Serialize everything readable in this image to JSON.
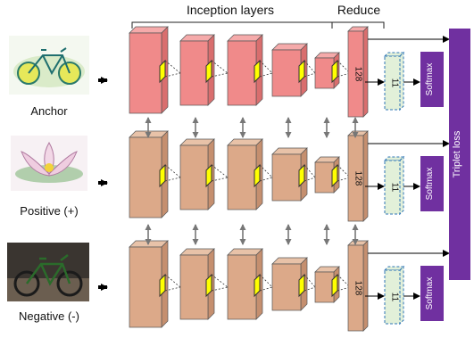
{
  "header": {
    "inception_label": "Inception layers",
    "reduce_label": "Reduce"
  },
  "rows": [
    {
      "input_label": "Anchor",
      "reduce_units": "128",
      "out_units": "11",
      "softmax_label": "Softmax",
      "face_color": "#f08a8a",
      "side_color": "#d96e6e",
      "top_color": "#f5aaaa",
      "image": "bicycle-watercolor"
    },
    {
      "input_label": "Positive (+)",
      "reduce_units": "128",
      "out_units": "11",
      "softmax_label": "Softmax",
      "face_color": "#dca989",
      "side_color": "#c58f6f",
      "top_color": "#e8c2a8",
      "image": "lotus-flower-watercolor"
    },
    {
      "input_label": "Negative (-)",
      "reduce_units": "128",
      "out_units": "11",
      "softmax_label": "Softmax",
      "face_color": "#dca989",
      "side_color": "#c58f6f",
      "top_color": "#e8c2a8",
      "image": "bicycle-dark-render"
    }
  ],
  "loss": {
    "label": "Triplet loss",
    "color": "#7030a0"
  },
  "colors": {
    "kernel": "#ffff00",
    "softmax": "#7030a0",
    "dense_fill": "#e2f0d9",
    "dense_border": "#2e75b6"
  }
}
